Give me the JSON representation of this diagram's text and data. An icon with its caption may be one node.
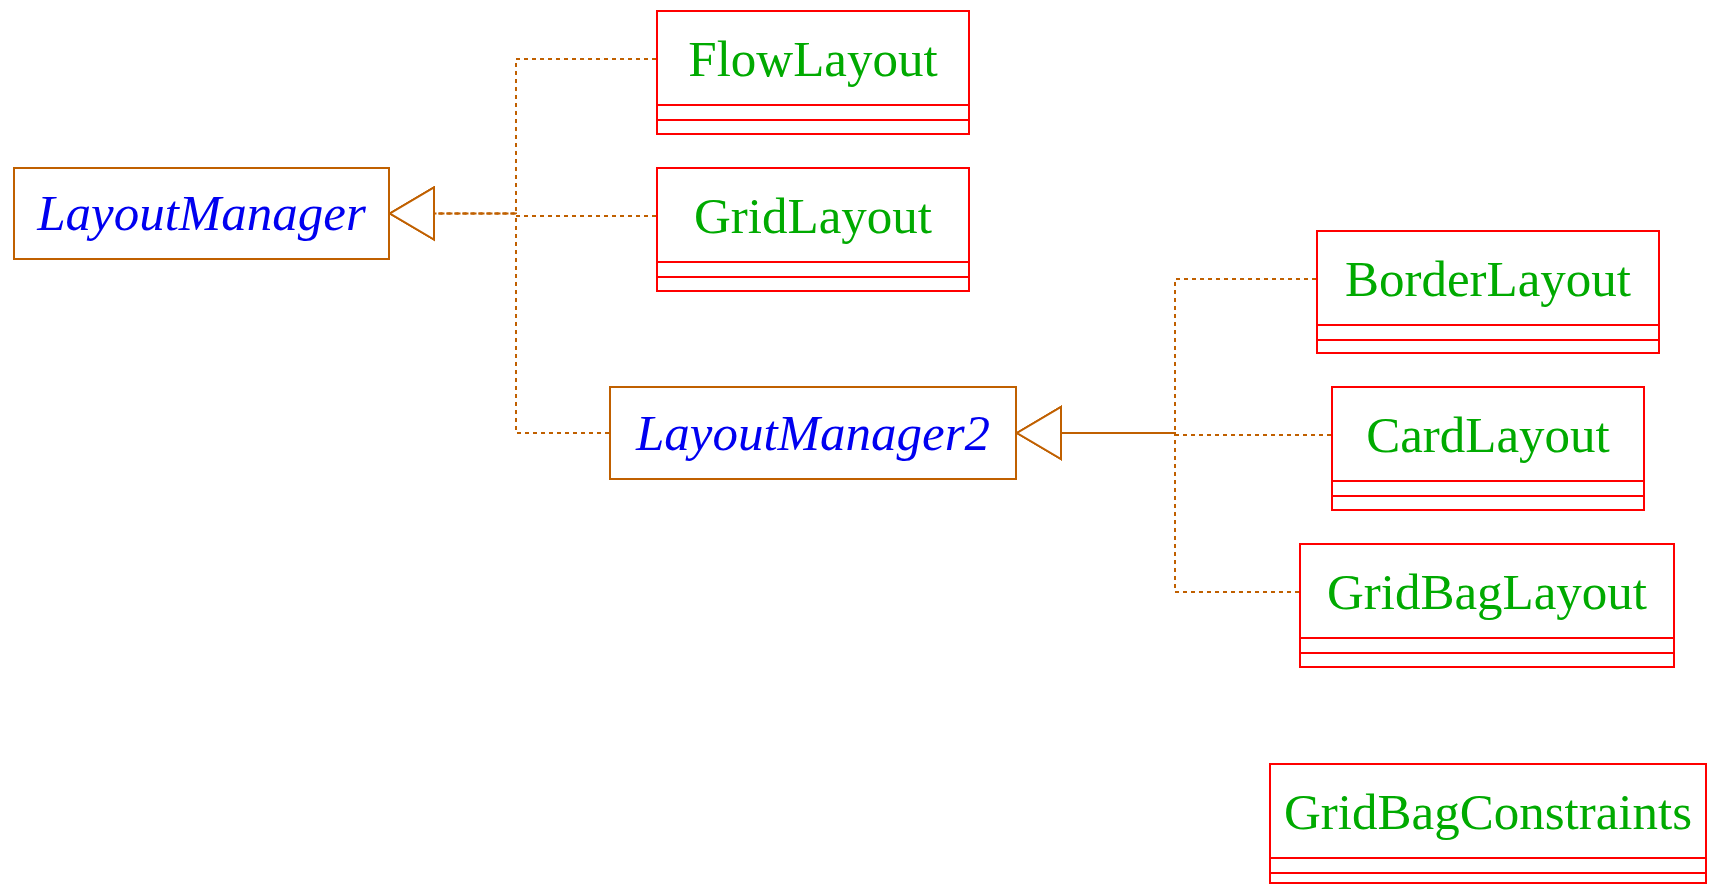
{
  "diagram": {
    "nodes": [
      {
        "text": [
          "LayoutManager"
        ]
      },
      {
        "text": [
          "FlowLayout"
        ]
      },
      {
        "text": [
          "GridLayout"
        ]
      },
      {
        "text": [
          "LayoutManager2"
        ]
      },
      {
        "text": [
          "BorderLayout"
        ]
      },
      {
        "text": [
          "CardLayout"
        ]
      },
      {
        "text": [
          "GridBagLayout"
        ]
      },
      {
        "text": [
          "GridBagConstraints"
        ]
      }
    ],
    "edges": [
      {
        "from": 1,
        "to": 0,
        "arrow": "to",
        "style": "dashed"
      },
      {
        "from": 2,
        "to": 0,
        "arrow": "to",
        "style": "dashed"
      },
      {
        "from": 3,
        "to": 0,
        "arrow": "to",
        "style": "dashed"
      },
      {
        "from": 4,
        "to": 3,
        "arrow": "to",
        "style": "dashed"
      },
      {
        "from": 5,
        "to": 3,
        "arrow": "to",
        "style": "dashed"
      },
      {
        "from": 6,
        "to": 3,
        "arrow": "to",
        "style": "dashed"
      }
    ]
  }
}
